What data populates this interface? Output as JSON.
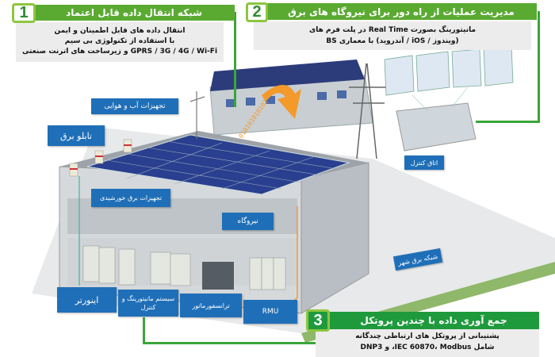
{
  "features": [
    {
      "number": "1",
      "title": "شبکه انتقال داده قابل اعتماد",
      "lines": [
        "انتقال داده های قابل اطمینان و ایمن",
        "با استفاده از تکنولوژی بی سیم",
        "GPRS / 3G / 4G / Wi-Fi و زیرساخت های اترنت صنعتی"
      ]
    },
    {
      "number": "2",
      "title": "مدیریت عملیات از راه دور برای نیروگاه های برق",
      "lines": [
        "مانیتورینگ بصورت Real Time در پلت فرم های",
        "(ویندوز / iOS / آندروید) با معماری BS"
      ]
    },
    {
      "number": "3",
      "title": "جمع آوری داده با چندین پروتکل",
      "lines": [
        "پشتیبانی از پروتکل های ارتباطی چندگانه",
        "شامل IEC 60870، Modbus، و DNP3"
      ]
    }
  ],
  "labels": {
    "weather": "تجهیزات آب و هوایی",
    "switchboard": "تابلو برق",
    "solar_equipment": "تجهیزات برق خورشیدی",
    "power_plant": "نیروگاه",
    "control_room": "اتاق کنترل",
    "city_grid": "شبکه برق شهر",
    "inverter": "اینورتر",
    "monitoring": "سیستم مانیتورینگ و کنترل",
    "transformer": "ترانسفورماتور",
    "rmu": "RMU"
  },
  "binary_stream": "010101010101",
  "colors": {
    "green": "#5aaa32",
    "dark_green": "#1e9a3c",
    "blue": "#1f6fb8",
    "orange": "#f39a2b"
  }
}
